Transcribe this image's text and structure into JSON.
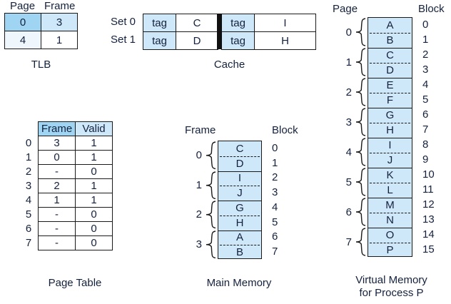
{
  "tlb": {
    "title": "TLB",
    "headers": [
      "Page",
      "Frame"
    ],
    "rows": [
      {
        "page": "0",
        "frame": "3",
        "page_shade": "mid",
        "frame_shade": "light"
      },
      {
        "page": "4",
        "frame": "1",
        "page_shade": "pale",
        "frame_shade": "white"
      }
    ]
  },
  "cache": {
    "title": "Cache",
    "set_labels": [
      "Set 0",
      "Set 1"
    ],
    "ways": [
      {
        "rows": [
          {
            "tag": "tag",
            "data": "C"
          },
          {
            "tag": "tag",
            "data": "D"
          }
        ]
      },
      {
        "rows": [
          {
            "tag": "tag",
            "data": "I"
          },
          {
            "tag": "tag",
            "data": "H"
          }
        ]
      }
    ]
  },
  "page_table": {
    "title": "Page Table",
    "headers": [
      "Frame",
      "Valid"
    ],
    "rows": [
      {
        "index": "0",
        "frame": "3",
        "valid": "1"
      },
      {
        "index": "1",
        "frame": "0",
        "valid": "1"
      },
      {
        "index": "2",
        "frame": "-",
        "valid": "0"
      },
      {
        "index": "3",
        "frame": "2",
        "valid": "1"
      },
      {
        "index": "4",
        "frame": "1",
        "valid": "1"
      },
      {
        "index": "5",
        "frame": "-",
        "valid": "0"
      },
      {
        "index": "6",
        "frame": "-",
        "valid": "0"
      },
      {
        "index": "7",
        "frame": "-",
        "valid": "0"
      }
    ]
  },
  "main_memory": {
    "title": "Main Memory",
    "left_header": "Frame",
    "right_header": "Block",
    "frames": [
      "0",
      "1",
      "2",
      "3"
    ],
    "blocks": [
      {
        "num": "0",
        "value": "C"
      },
      {
        "num": "1",
        "value": "D"
      },
      {
        "num": "2",
        "value": "I"
      },
      {
        "num": "3",
        "value": "J"
      },
      {
        "num": "4",
        "value": "G"
      },
      {
        "num": "5",
        "value": "H"
      },
      {
        "num": "6",
        "value": "A"
      },
      {
        "num": "7",
        "value": "B"
      }
    ]
  },
  "virtual_memory": {
    "title_line1": "Virtual Memory",
    "title_line2": "for Process P",
    "left_header": "Page",
    "right_header": "Block",
    "pages": [
      "0",
      "1",
      "2",
      "3",
      "4",
      "5",
      "6",
      "7"
    ],
    "blocks": [
      {
        "num": "0",
        "value": "A"
      },
      {
        "num": "1",
        "value": "B"
      },
      {
        "num": "2",
        "value": "C"
      },
      {
        "num": "3",
        "value": "D"
      },
      {
        "num": "4",
        "value": "E"
      },
      {
        "num": "5",
        "value": "F"
      },
      {
        "num": "6",
        "value": "G"
      },
      {
        "num": "7",
        "value": "H"
      },
      {
        "num": "8",
        "value": "I"
      },
      {
        "num": "9",
        "value": "J"
      },
      {
        "num": "10",
        "value": "K"
      },
      {
        "num": "11",
        "value": "L"
      },
      {
        "num": "12",
        "value": "M"
      },
      {
        "num": "13",
        "value": "N"
      },
      {
        "num": "14",
        "value": "O"
      },
      {
        "num": "15",
        "value": "P"
      }
    ]
  },
  "colors": {
    "fill_mid": "#9fd4f2",
    "fill_light": "#cfe8f9",
    "fill_pale": "#eff7fd",
    "line": "#1a1a1a",
    "text": "#14213d"
  }
}
